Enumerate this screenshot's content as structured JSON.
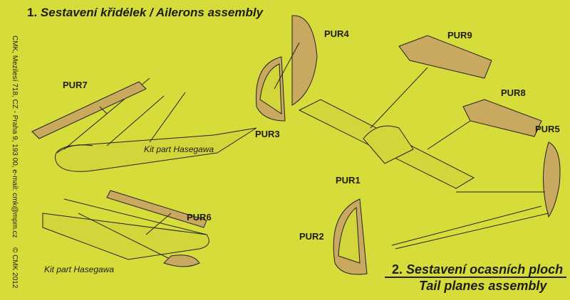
{
  "header": {
    "number": "1.",
    "title": "Sestavení křidélek / Ailerons assembly"
  },
  "side_text": {
    "address": "CMK, Mezilesí 718, CZ - Praha 9, 193 00, e-mail: cmk@mpm.cz",
    "copyright": "© CMK 2012"
  },
  "parts": {
    "pur1": "PUR1",
    "pur2": "PUR2",
    "pur3": "PUR3",
    "pur4": "PUR4",
    "pur5": "PUR5",
    "pur6": "PUR6",
    "pur7": "PUR7",
    "pur8": "PUR8",
    "pur9": "PUR9"
  },
  "kit_notes": {
    "top": "Kit part Hasegawa",
    "bottom": "Kit part Hasegawa"
  },
  "section2": {
    "number": "2.",
    "title_cz": "Sestavení ocasních ploch",
    "title_en": "Tail planes assembly"
  },
  "colors": {
    "background": "#d6dc3a",
    "ink": "#1e1e14",
    "part": "#c9a860"
  }
}
